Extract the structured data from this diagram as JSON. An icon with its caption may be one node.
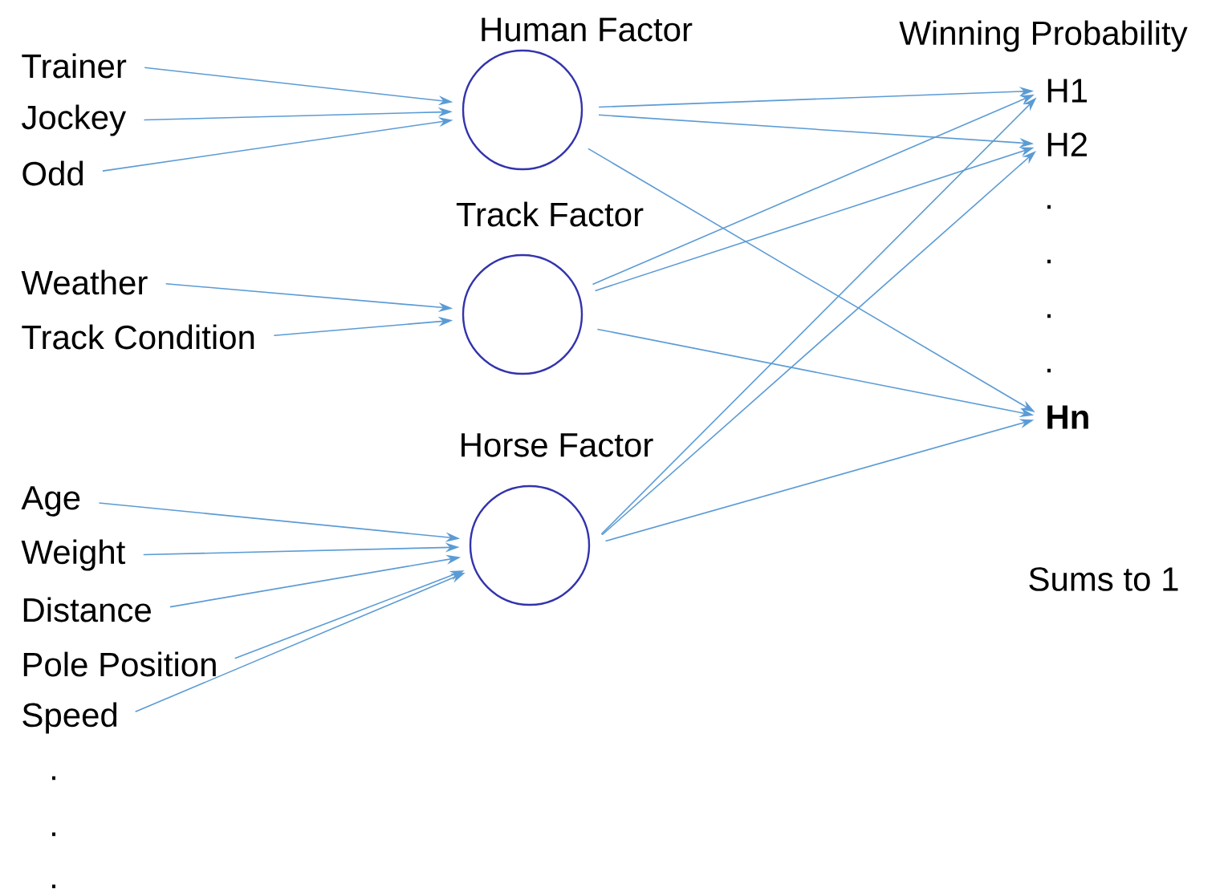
{
  "diagram": {
    "nodes": [
      {
        "text": [
          "Trainer"
        ]
      },
      {
        "text": [
          "Jockey"
        ]
      },
      {
        "text": [
          "Odd"
        ]
      },
      {
        "text": [
          "Weather"
        ]
      },
      {
        "text": [
          "Track Condition"
        ]
      },
      {
        "text": [
          "Age"
        ]
      },
      {
        "text": [
          "Weight"
        ]
      },
      {
        "text": [
          "Distance"
        ]
      },
      {
        "text": [
          "Pole Position"
        ]
      },
      {
        "text": [
          "Speed"
        ]
      },
      {
        "text": [
          "Human Factor"
        ]
      },
      {
        "text": [
          "Track Factor"
        ]
      },
      {
        "text": [
          "Horse Factor"
        ]
      },
      {
        "text": [
          "H1"
        ]
      },
      {
        "text": [
          "H2"
        ]
      },
      {
        "text": [
          "Hn"
        ]
      }
    ],
    "edges": [
      {
        "from": 0,
        "to": 10,
        "arrow": "to"
      },
      {
        "from": 1,
        "to": 10,
        "arrow": "to"
      },
      {
        "from": 2,
        "to": 10,
        "arrow": "to"
      },
      {
        "from": 3,
        "to": 11,
        "arrow": "to"
      },
      {
        "from": 4,
        "to": 11,
        "arrow": "to"
      },
      {
        "from": 5,
        "to": 12,
        "arrow": "to"
      },
      {
        "from": 6,
        "to": 12,
        "arrow": "to"
      },
      {
        "from": 7,
        "to": 12,
        "arrow": "to"
      },
      {
        "from": 8,
        "to": 12,
        "arrow": "to"
      },
      {
        "from": 9,
        "to": 12,
        "arrow": "to"
      },
      {
        "from": 10,
        "to": 13,
        "arrow": "to"
      },
      {
        "from": 10,
        "to": 14,
        "arrow": "to"
      },
      {
        "from": 10,
        "to": 15,
        "arrow": "to"
      },
      {
        "from": 11,
        "to": 13,
        "arrow": "to"
      },
      {
        "from": 11,
        "to": 14,
        "arrow": "to"
      },
      {
        "from": 11,
        "to": 15,
        "arrow": "to"
      },
      {
        "from": 12,
        "to": 13,
        "arrow": "to"
      },
      {
        "from": 12,
        "to": 14,
        "arrow": "to"
      },
      {
        "from": 12,
        "to": 15,
        "arrow": "to"
      }
    ],
    "labels": [
      "Winning Probability",
      ".",
      ".",
      ".",
      ".",
      "Sums to 1",
      ".",
      ".",
      "."
    ]
  }
}
